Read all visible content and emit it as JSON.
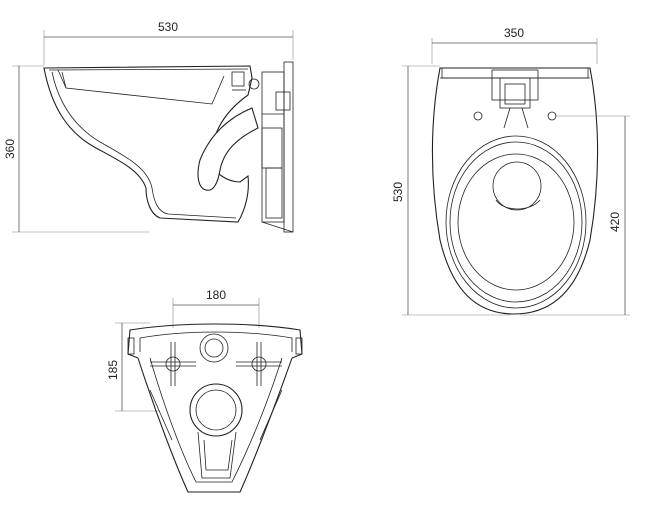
{
  "views": {
    "side": {
      "width_label": "530",
      "height_label": "360"
    },
    "top": {
      "width_label": "350",
      "length_label": "530",
      "hole_distance_label": "420"
    },
    "back": {
      "mount_spacing_label": "180",
      "mount_height_label": "185"
    }
  },
  "colors": {
    "line": "#222222",
    "dimension": "#555555",
    "background": "#ffffff"
  }
}
